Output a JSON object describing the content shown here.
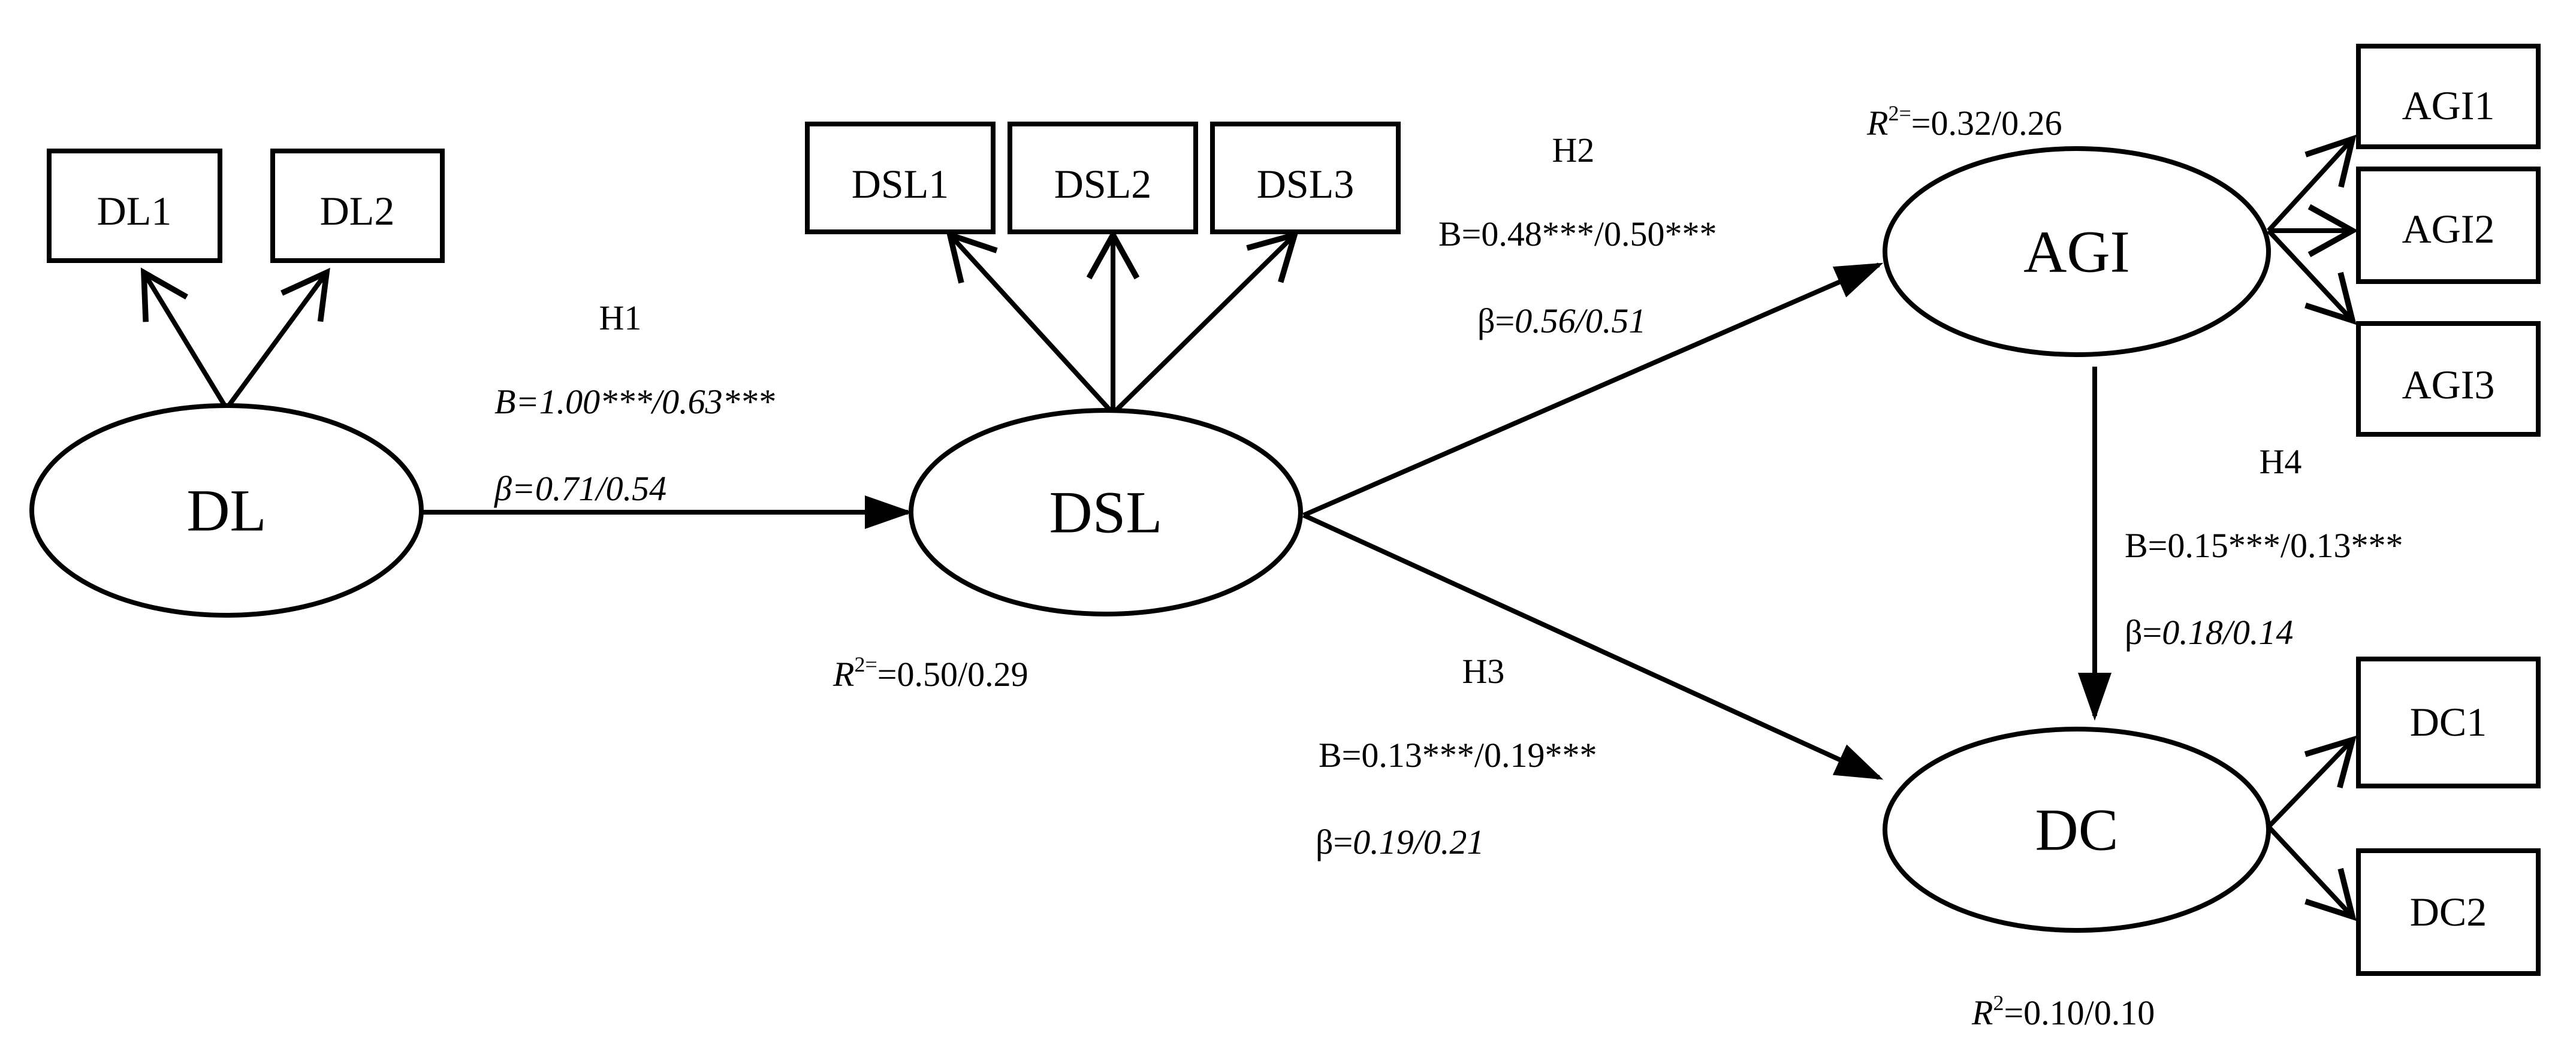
{
  "constructs": {
    "dl": "DL",
    "dsl": "DSL",
    "agi": "AGI",
    "dc": "DC"
  },
  "indicators": {
    "dl1": "DL1",
    "dl2": "DL2",
    "dsl1": "DSL1",
    "dsl2": "DSL2",
    "dsl3": "DSL3",
    "agi1": "AGI1",
    "agi2": "AGI2",
    "agi3": "AGI3",
    "dc1": "DC1",
    "dc2": "DC2"
  },
  "paths": {
    "h1": {
      "label": "H1",
      "b": "B=1.00***/0.63***",
      "beta": "β=0.71/0.54"
    },
    "h2": {
      "label": "H2",
      "b": "B=0.48***/0.50***",
      "beta_symbol": "β=",
      "beta_values": "0.56/0.51"
    },
    "h3": {
      "label": "H3",
      "b": "B=0.13***/0.19***",
      "beta_symbol": "β=",
      "beta_values": "0.19/0.21"
    },
    "h4": {
      "label": "H4",
      "b": "B=0.15***/0.13***",
      "beta_symbol": "β=",
      "beta_values": "0.18/0.14"
    }
  },
  "r_squared": {
    "symbol": "R",
    "sup_dsl": "2=",
    "sup_agi": "2=",
    "sup_dc": "2",
    "dsl_value": "=0.50/0.29",
    "agi_value": "=0.32/0.26",
    "dc_value": "=0.10/0.10"
  }
}
